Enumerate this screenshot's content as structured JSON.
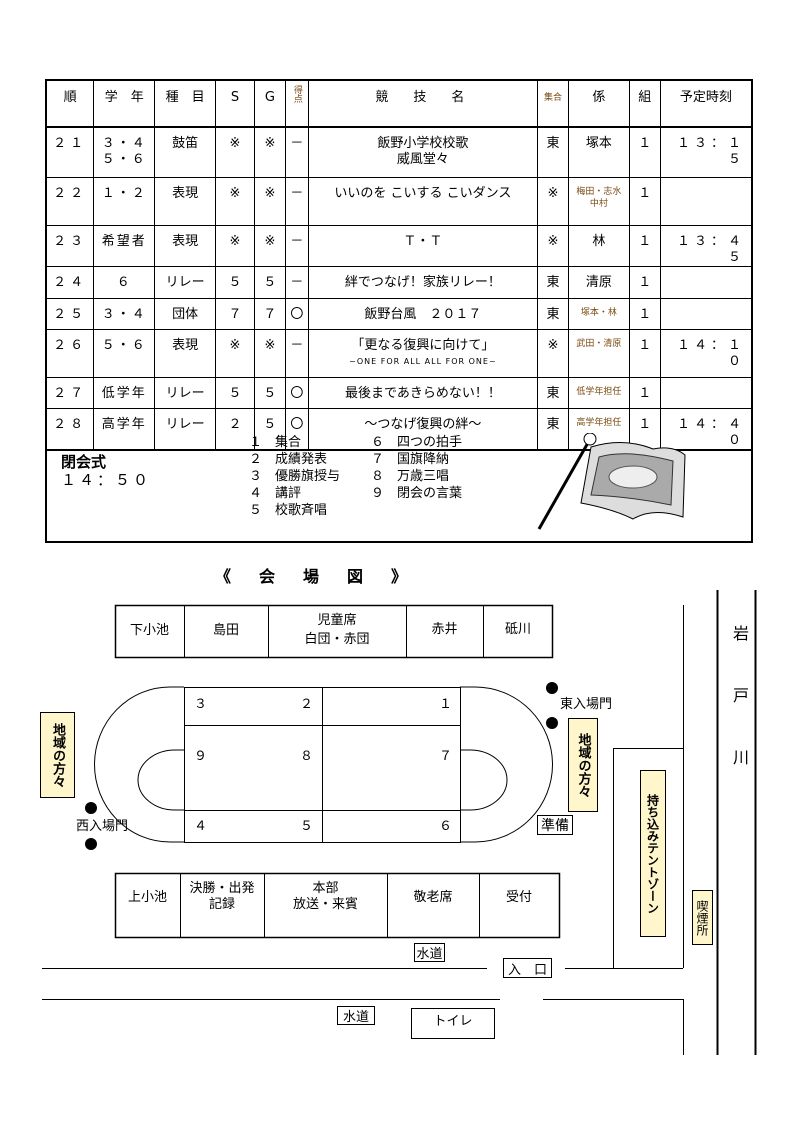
{
  "table": {
    "headers": [
      "順",
      "学　年",
      "種　目",
      "S",
      "G",
      "得点",
      "競　技　名",
      "集合",
      "係",
      "組",
      "予定時刻"
    ],
    "rows": [
      {
        "no": "２１",
        "grade": "３・４\n５・６",
        "type": "鼓笛",
        "s": "※",
        "g": "※",
        "score": "－",
        "name": "飯野小学校校歌",
        "name2": "威風堂々",
        "gather": "東",
        "staff": "塚本",
        "group": "１",
        "time": "１３：１５"
      },
      {
        "no": "２２",
        "grade": "１・２",
        "type": "表現",
        "s": "※",
        "g": "※",
        "score": "－",
        "name": "いいのを こいする こいダンス",
        "name2": "",
        "gather": "※",
        "staff": "梅田・志水",
        "staff2": "中村",
        "group": "１",
        "time": ""
      },
      {
        "no": "２３",
        "grade": "希望者",
        "type": "表現",
        "s": "※",
        "g": "※",
        "score": "－",
        "name": "Ｔ・Ｔ",
        "name2": "",
        "gather": "※",
        "staff": "林",
        "group": "１",
        "time": "１３：４５"
      },
      {
        "no": "２４",
        "grade": "６",
        "type": "リレー",
        "s": "５",
        "g": "５",
        "score": "－",
        "name": "絆でつなげ！家族リレー！",
        "name2": "",
        "gather": "東",
        "staff": "清原",
        "group": "１",
        "time": ""
      },
      {
        "no": "２５",
        "grade": "３・４",
        "type": "団体",
        "s": "７",
        "g": "７",
        "score": "〇",
        "name": "飯野台風　２０１７",
        "name2": "",
        "gather": "東",
        "staff": "塚本・林",
        "group": "１",
        "time": ""
      },
      {
        "no": "２６",
        "grade": "５・６",
        "type": "表現",
        "s": "※",
        "g": "※",
        "score": "－",
        "name": "「更なる復興に向けて」",
        "name2": "~ONE FOR ALL ALL FOR ONE~",
        "gather": "※",
        "staff": "武田・清原",
        "group": "１",
        "time": "１４：１０"
      },
      {
        "no": "２７",
        "grade": "低学年",
        "type": "リレー",
        "s": "５",
        "g": "５",
        "score": "〇",
        "name": "最後まであきらめない！！",
        "name2": "",
        "gather": "東",
        "staff": "低学年担任",
        "group": "１",
        "time": ""
      },
      {
        "no": "２８",
        "grade": "高学年",
        "type": "リレー",
        "s": "２",
        "g": "５",
        "score": "〇",
        "name": "～つなげ復興の絆～",
        "name2": "",
        "gather": "東",
        "staff": "高学年担任",
        "group": "１",
        "time": "１４：４０"
      }
    ]
  },
  "closing": {
    "title": "閉会式",
    "time": "１４：５０",
    "items": [
      "１　集合",
      "２　成績発表",
      "３　優勝旗授与",
      "４　講評",
      "５　校歌斉唱",
      "６　四つの拍手",
      "７　国旗降納",
      "８　万歳三唱",
      "９　閉会の言葉"
    ]
  },
  "map": {
    "title": "《　会　場　図　》",
    "top_areas": [
      "下小池",
      "島田",
      "児童席",
      "白団・赤団",
      "赤井",
      "砥川"
    ],
    "bottom_areas": [
      "上小池",
      "決勝・出発",
      "記録",
      "本部",
      "放送・来賓",
      "敬老席",
      "受付"
    ],
    "field_numbers": [
      "１",
      "２",
      "３",
      "４",
      "５",
      "６",
      "７",
      "８",
      "９"
    ],
    "community_left": "地域の方々",
    "community_right": "地域の方々",
    "east_gate": "東入場門",
    "west_gate": "西入場門",
    "prep": "準備",
    "tent_zone": "持ち込みテントゾーン",
    "smoking": "喫煙所",
    "river": "岩戸川",
    "water1": "水道",
    "water2": "水道",
    "entrance": "入　口",
    "toilet": "トイレ"
  }
}
